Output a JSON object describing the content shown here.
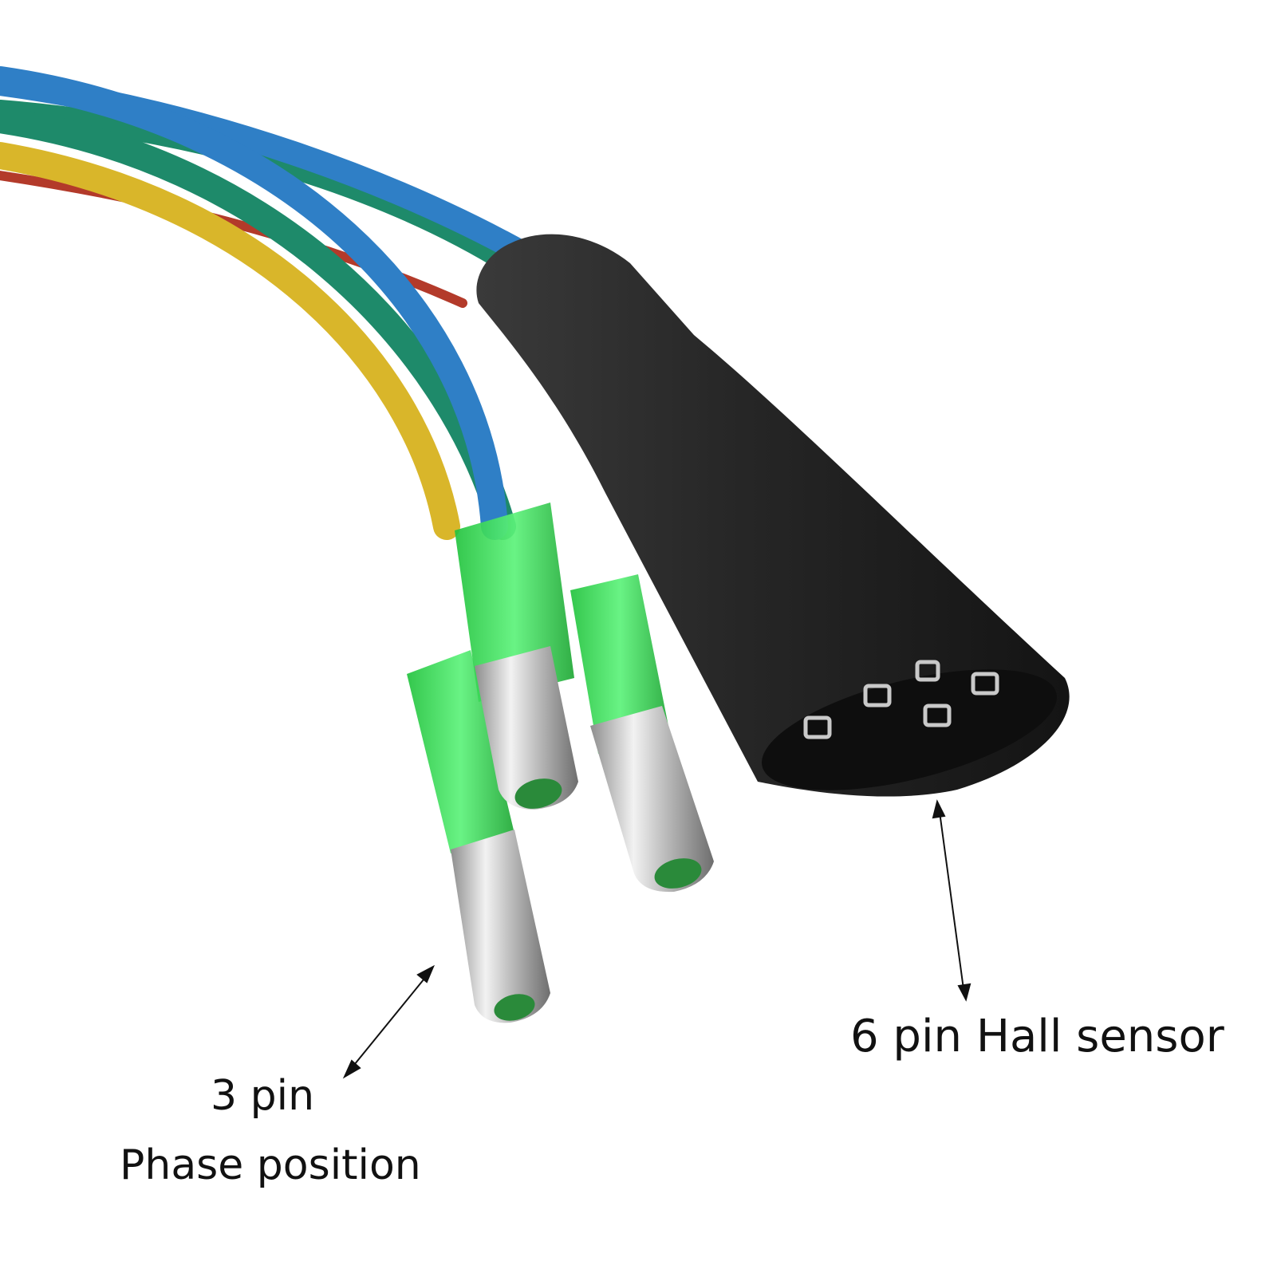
{
  "labels": {
    "hall_sensor": "6 pin Hall sensor",
    "three_pin": "3 pin",
    "phase_position": "Phase position"
  },
  "colors": {
    "wire_blue": "#2f7fc6",
    "wire_green": "#1e8a6a",
    "wire_yellow": "#d9b62a",
    "wire_red": "#b33a2a",
    "connector_black": "#1f1f1f",
    "sleeve_green": "#38e35a",
    "terminal_silver": "#c9c9c9",
    "label_text": "#111111"
  }
}
